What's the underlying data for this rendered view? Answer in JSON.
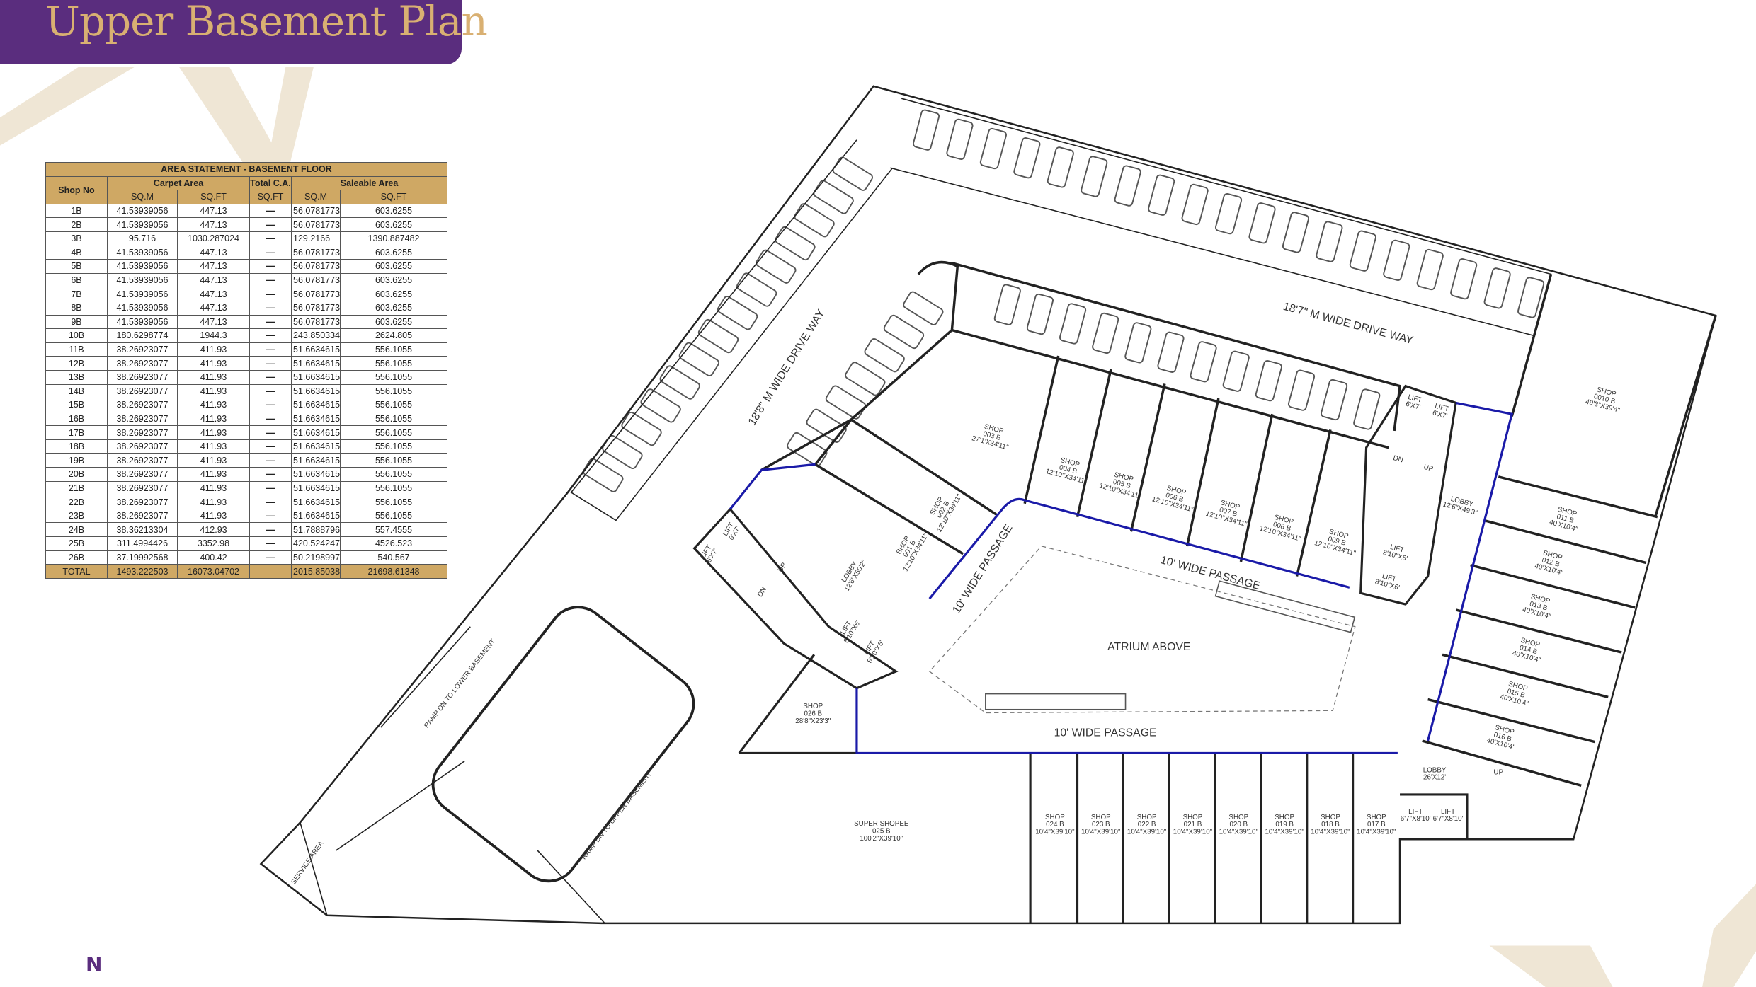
{
  "title": "Upper Basement Plan",
  "colors": {
    "banner": "#5a2d7e",
    "title_text": "#d9b072",
    "table_header": "#cfa864",
    "passage_line": "#1a1aa8",
    "decor": "#efe6d5"
  },
  "area_table": {
    "title": "AREA STATEMENT - BASEMENT FLOOR",
    "headers": {
      "shop_no": "Shop No",
      "carpet_area": "Carpet Area",
      "total_ca": "Total C.A.",
      "saleable_area": "Saleable Area",
      "sqm": "SQ.M",
      "sqft": "SQ.FT"
    },
    "rows": [
      {
        "shop": "1B",
        "ca_sqm": "41.53939056",
        "ca_sqft": "447.13",
        "total_ca": "—",
        "sa_sqm": "56.0781773",
        "sa_sqft": "603.6255"
      },
      {
        "shop": "2B",
        "ca_sqm": "41.53939056",
        "ca_sqft": "447.13",
        "total_ca": "—",
        "sa_sqm": "56.0781773",
        "sa_sqft": "603.6255"
      },
      {
        "shop": "3B",
        "ca_sqm": "95.716",
        "ca_sqft": "1030.287024",
        "total_ca": "—",
        "sa_sqm": "129.2166",
        "sa_sqft": "1390.887482"
      },
      {
        "shop": "4B",
        "ca_sqm": "41.53939056",
        "ca_sqft": "447.13",
        "total_ca": "—",
        "sa_sqm": "56.0781773",
        "sa_sqft": "603.6255"
      },
      {
        "shop": "5B",
        "ca_sqm": "41.53939056",
        "ca_sqft": "447.13",
        "total_ca": "—",
        "sa_sqm": "56.0781773",
        "sa_sqft": "603.6255"
      },
      {
        "shop": "6B",
        "ca_sqm": "41.53939056",
        "ca_sqft": "447.13",
        "total_ca": "—",
        "sa_sqm": "56.0781773",
        "sa_sqft": "603.6255"
      },
      {
        "shop": "7B",
        "ca_sqm": "41.53939056",
        "ca_sqft": "447.13",
        "total_ca": "—",
        "sa_sqm": "56.0781773",
        "sa_sqft": "603.6255"
      },
      {
        "shop": "8B",
        "ca_sqm": "41.53939056",
        "ca_sqft": "447.13",
        "total_ca": "—",
        "sa_sqm": "56.0781773",
        "sa_sqft": "603.6255"
      },
      {
        "shop": "9B",
        "ca_sqm": "41.53939056",
        "ca_sqft": "447.13",
        "total_ca": "—",
        "sa_sqm": "56.0781773",
        "sa_sqft": "603.6255"
      },
      {
        "shop": "10B",
        "ca_sqm": "180.6298774",
        "ca_sqft": "1944.3",
        "total_ca": "—",
        "sa_sqm": "243.850334",
        "sa_sqft": "2624.805"
      },
      {
        "shop": "11B",
        "ca_sqm": "38.26923077",
        "ca_sqft": "411.93",
        "total_ca": "—",
        "sa_sqm": "51.6634615",
        "sa_sqft": "556.1055"
      },
      {
        "shop": "12B",
        "ca_sqm": "38.26923077",
        "ca_sqft": "411.93",
        "total_ca": "—",
        "sa_sqm": "51.6634615",
        "sa_sqft": "556.1055"
      },
      {
        "shop": "13B",
        "ca_sqm": "38.26923077",
        "ca_sqft": "411.93",
        "total_ca": "—",
        "sa_sqm": "51.6634615",
        "sa_sqft": "556.1055"
      },
      {
        "shop": "14B",
        "ca_sqm": "38.26923077",
        "ca_sqft": "411.93",
        "total_ca": "—",
        "sa_sqm": "51.6634615",
        "sa_sqft": "556.1055"
      },
      {
        "shop": "15B",
        "ca_sqm": "38.26923077",
        "ca_sqft": "411.93",
        "total_ca": "—",
        "sa_sqm": "51.6634615",
        "sa_sqft": "556.1055"
      },
      {
        "shop": "16B",
        "ca_sqm": "38.26923077",
        "ca_sqft": "411.93",
        "total_ca": "—",
        "sa_sqm": "51.6634615",
        "sa_sqft": "556.1055"
      },
      {
        "shop": "17B",
        "ca_sqm": "38.26923077",
        "ca_sqft": "411.93",
        "total_ca": "—",
        "sa_sqm": "51.6634615",
        "sa_sqft": "556.1055"
      },
      {
        "shop": "18B",
        "ca_sqm": "38.26923077",
        "ca_sqft": "411.93",
        "total_ca": "—",
        "sa_sqm": "51.6634615",
        "sa_sqft": "556.1055"
      },
      {
        "shop": "19B",
        "ca_sqm": "38.26923077",
        "ca_sqft": "411.93",
        "total_ca": "—",
        "sa_sqm": "51.6634615",
        "sa_sqft": "556.1055"
      },
      {
        "shop": "20B",
        "ca_sqm": "38.26923077",
        "ca_sqft": "411.93",
        "total_ca": "—",
        "sa_sqm": "51.6634615",
        "sa_sqft": "556.1055"
      },
      {
        "shop": "21B",
        "ca_sqm": "38.26923077",
        "ca_sqft": "411.93",
        "total_ca": "—",
        "sa_sqm": "51.6634615",
        "sa_sqft": "556.1055"
      },
      {
        "shop": "22B",
        "ca_sqm": "38.26923077",
        "ca_sqft": "411.93",
        "total_ca": "—",
        "sa_sqm": "51.6634615",
        "sa_sqft": "556.1055"
      },
      {
        "shop": "23B",
        "ca_sqm": "38.26923077",
        "ca_sqft": "411.93",
        "total_ca": "—",
        "sa_sqm": "51.6634615",
        "sa_sqft": "556.1055"
      },
      {
        "shop": "24B",
        "ca_sqm": "38.36213304",
        "ca_sqft": "412.93",
        "total_ca": "—",
        "sa_sqm": "51.7888796",
        "sa_sqft": "557.4555"
      },
      {
        "shop": "25B",
        "ca_sqm": "311.4994426",
        "ca_sqft": "3352.98",
        "total_ca": "—",
        "sa_sqm": "420.524247",
        "sa_sqft": "4526.523"
      },
      {
        "shop": "26B",
        "ca_sqm": "37.19992568",
        "ca_sqft": "400.42",
        "total_ca": "—",
        "sa_sqm": "50.2198997",
        "sa_sqft": "540.567"
      }
    ],
    "total": {
      "label": "TOTAL",
      "ca_sqm": "1493.222503",
      "ca_sqft": "16073.04702",
      "total_ca": "",
      "sa_sqm": "2015.85038",
      "sa_sqft": "21698.61348"
    }
  },
  "plan": {
    "shops": [
      {
        "name": "SHOP",
        "code": "001 B",
        "dims": "12'10\"X34'11\""
      },
      {
        "name": "SHOP",
        "code": "002 B",
        "dims": "12'10\"X34'11\""
      },
      {
        "name": "SHOP",
        "code": "003 B",
        "dims": "27'1'X34'11\""
      },
      {
        "name": "SHOP",
        "code": "004 B",
        "dims": "12'10\"X34'11\""
      },
      {
        "name": "SHOP",
        "code": "005 B",
        "dims": "12'10\"X34'11\""
      },
      {
        "name": "SHOP",
        "code": "006 B",
        "dims": "12'10\"X34'11\""
      },
      {
        "name": "SHOP",
        "code": "007 B",
        "dims": "12'10\"X34'11\""
      },
      {
        "name": "SHOP",
        "code": "008 B",
        "dims": "12'10\"X34'11\""
      },
      {
        "name": "SHOP",
        "code": "009 B",
        "dims": "12'10\"X34'11\""
      },
      {
        "name": "SHOP",
        "code": "0010 B",
        "dims": "49'3\"X39'4\""
      },
      {
        "name": "SHOP",
        "code": "011 B",
        "dims": "40'X10'4\""
      },
      {
        "name": "SHOP",
        "code": "012 B",
        "dims": "40'X10'4\""
      },
      {
        "name": "SHOP",
        "code": "013 B",
        "dims": "40'X10'4\""
      },
      {
        "name": "SHOP",
        "code": "014 B",
        "dims": "40'X10'4\""
      },
      {
        "name": "SHOP",
        "code": "015 B",
        "dims": "40'X10'4\""
      },
      {
        "name": "SHOP",
        "code": "016 B",
        "dims": "40'X10'4\""
      },
      {
        "name": "SHOP",
        "code": "017 B",
        "dims": "10'4\"X39'10\""
      },
      {
        "name": "SHOP",
        "code": "018 B",
        "dims": "10'4\"X39'10\""
      },
      {
        "name": "SHOP",
        "code": "019 B",
        "dims": "10'4\"X39'10\""
      },
      {
        "name": "SHOP",
        "code": "020 B",
        "dims": "10'4\"X39'10\""
      },
      {
        "name": "SHOP",
        "code": "021 B",
        "dims": "10'4\"X39'10\""
      },
      {
        "name": "SHOP",
        "code": "022 B",
        "dims": "10'4\"X39'10\""
      },
      {
        "name": "SHOP",
        "code": "023 B",
        "dims": "10'4\"X39'10\""
      },
      {
        "name": "SHOP",
        "code": "024 B",
        "dims": "10'4\"X39'10\""
      },
      {
        "name": "SUPER SHOPEE",
        "code": "025 B",
        "dims": "100'2\"X39'10\""
      },
      {
        "name": "SHOP",
        "code": "026 B",
        "dims": "28'8\"X23'3\""
      }
    ],
    "driveways": [
      "18'8\" M WIDE DRIVE WAY",
      "18'7\" M WIDE DRIVE WAY"
    ],
    "passages": [
      "10' WIDE PASSAGE",
      "10' WIDE PASSAGE",
      "10' WIDE PASSAGE"
    ],
    "atrium": "ATRIUM ABOVE",
    "lobbies": [
      {
        "name": "LOBBY",
        "dims": "12'6\"X50'2\""
      },
      {
        "name": "LOBBY",
        "dims": "12'6\"X49'3\""
      },
      {
        "name": "LOBBY",
        "dims": "26'X12'"
      }
    ],
    "lifts": [
      {
        "name": "LIFT",
        "dims": "6'X7'"
      },
      {
        "name": "LIFT",
        "dims": "6'X7'"
      },
      {
        "name": "LIFT",
        "dims": "8'10\"X6'"
      },
      {
        "name": "LIFT",
        "dims": "8'10\"X6'"
      },
      {
        "name": "LIFT",
        "dims": "6'X7'"
      },
      {
        "name": "LIFT",
        "dims": "6'X7'"
      },
      {
        "name": "LIFT",
        "dims": "8'10\"X6'"
      },
      {
        "name": "LIFT",
        "dims": "8'10\"X6'"
      },
      {
        "name": "LIFT",
        "dims": "6'7\"X8'10'"
      },
      {
        "name": "LIFT",
        "dims": "6'7\"X8'10'"
      }
    ],
    "stairs": {
      "up": "UP",
      "dn": "DN"
    },
    "ramps": [
      "RAMP DN TO LOWER BASEMENT",
      "RAMP DN TO UPPER BASEMENT"
    ],
    "service_area": "SERVICE AREA"
  },
  "compass": "N"
}
